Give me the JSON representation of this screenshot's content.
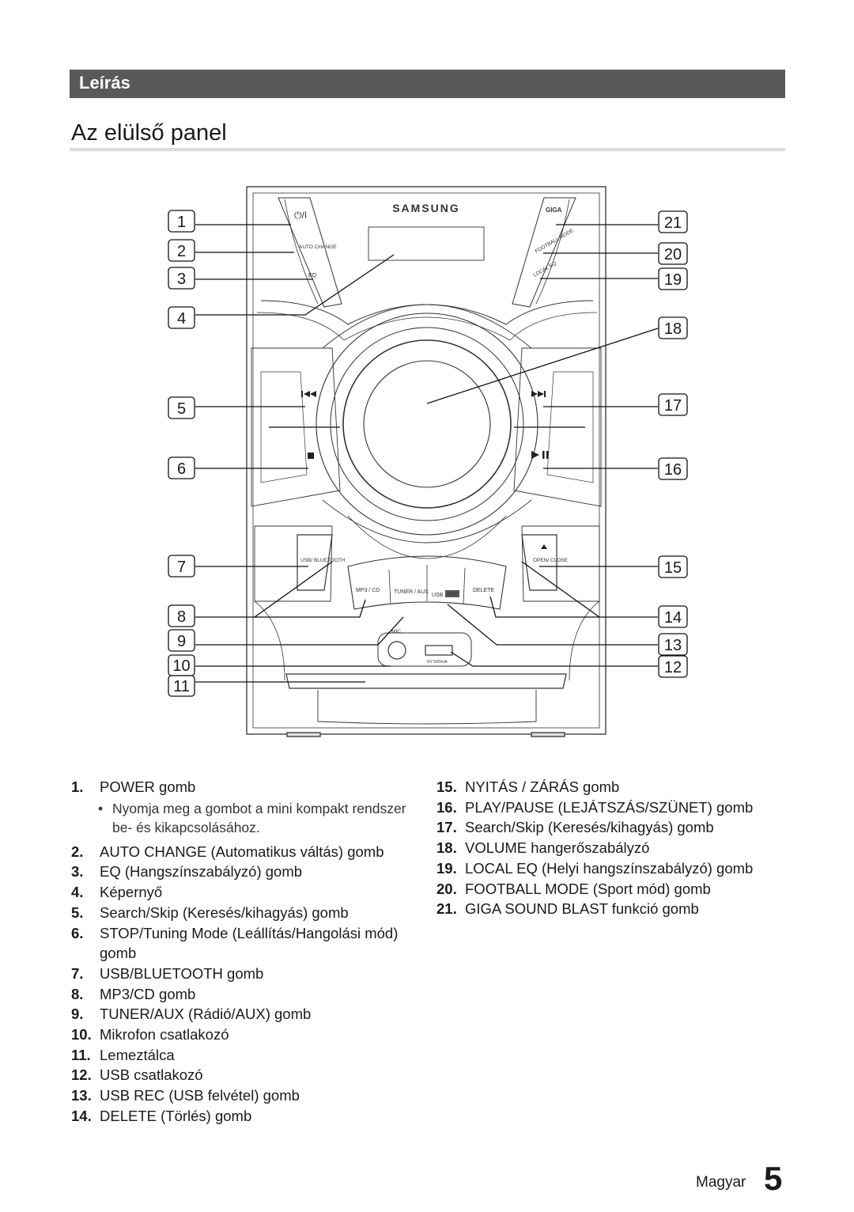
{
  "section": {
    "label": "Leírás"
  },
  "page": {
    "title": "Az elülső panel",
    "language": "Magyar",
    "number": "5"
  },
  "device": {
    "brand": "SAMSUNG",
    "labels": {
      "power": "⏻/I",
      "auto_change": "AUTO CHANGE",
      "eq": "EQ",
      "giga": "GIGA",
      "football_mode": "FOOTBALL MODE",
      "local_eq": "LOCAL EQ",
      "usb_bluetooth": "USB/ BLUETOOTH",
      "open_close": "OPEN/ CLOSE",
      "mp3_cd": "MP3 / CD",
      "tuner_aux": "TUNER / AUX",
      "usb": "USB",
      "rec": "REC",
      "delete": "DELETE",
      "mic": "MIC",
      "usb_rating": "5V 500mA"
    }
  },
  "callouts_left": [
    "1",
    "2",
    "3",
    "4",
    "5",
    "6",
    "7",
    "8",
    "9",
    "10",
    "11"
  ],
  "callouts_right": [
    "21",
    "20",
    "19",
    "18",
    "17",
    "16",
    "15",
    "14",
    "13",
    "12"
  ],
  "items_left": [
    {
      "num": "1.",
      "text": "POWER gomb",
      "sub": "Nyomja meg a gombot a mini kompakt rendszer be- és kikapcsolásához."
    },
    {
      "num": "2.",
      "text": "AUTO CHANGE (Automatikus váltás) gomb"
    },
    {
      "num": "3.",
      "text": "EQ (Hangszínszabályzó) gomb"
    },
    {
      "num": "4.",
      "text": "Képernyő"
    },
    {
      "num": "5.",
      "text": "Search/Skip (Keresés/kihagyás) gomb"
    },
    {
      "num": "6.",
      "text": "STOP/Tuning Mode (Leállítás/Hangolási mód) gomb"
    },
    {
      "num": "7.",
      "text": "USB/BLUETOOTH gomb"
    },
    {
      "num": "8.",
      "text": "MP3/CD gomb"
    },
    {
      "num": "9.",
      "text": "TUNER/AUX (Rádió/AUX) gomb"
    },
    {
      "num": "10.",
      "text": "Mikrofon csatlakozó"
    },
    {
      "num": "11.",
      "text": "Lemeztálca"
    },
    {
      "num": "12.",
      "text": "USB csatlakozó"
    },
    {
      "num": "13.",
      "text": "USB REC (USB felvétel) gomb"
    },
    {
      "num": "14.",
      "text": "DELETE (Törlés) gomb"
    }
  ],
  "items_right": [
    {
      "num": "15.",
      "text": "NYITÁS / ZÁRÁS gomb"
    },
    {
      "num": "16.",
      "text": "PLAY/PAUSE (LEJÁTSZÁS/SZÜNET) gomb"
    },
    {
      "num": "17.",
      "text": "Search/Skip (Keresés/kihagyás) gomb"
    },
    {
      "num": "18.",
      "text": "VOLUME hangerőszabályzó"
    },
    {
      "num": "19.",
      "text": "LOCAL EQ (Helyi hangszínszabályzó) gomb"
    },
    {
      "num": "20.",
      "text": "FOOTBALL MODE (Sport mód) gomb"
    },
    {
      "num": "21.",
      "text": "GIGA SOUND BLAST funkció gomb"
    }
  ]
}
